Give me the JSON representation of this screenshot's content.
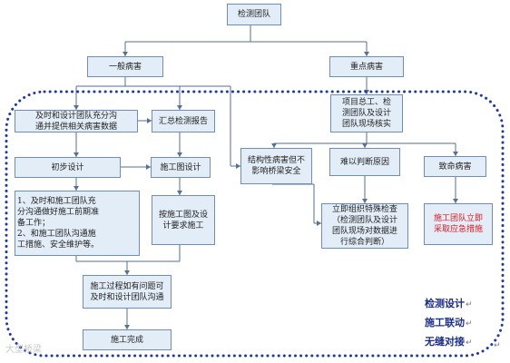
{
  "boxes": {
    "root": "检测团队",
    "general": "一般病害",
    "key": "重点病害",
    "comm": "及时和设计团队充分沟\n通并提供相关病害数据",
    "summary": "汇总检测报告",
    "prelim": "初步设计",
    "drawing": "施工图设计",
    "prep": "1、及时和施工团队充\n分沟通做好施工前期准\n备工作；\n2、和施工团队沟通施\n工措施、安全维护等。",
    "build": "按施工图及设\n计要求施工",
    "issues": "施工过程如有问题可\n及时和设计团队沟通",
    "done": "施工完成",
    "onsite": "项目总工、检\n测团队及设计\n团队现场核实",
    "structural": "结构性病害但不\n影响桥梁安全",
    "hard": "难以判断原因",
    "fatal": "致命病害",
    "special": "立即组织特殊检查\n（检测团队及设计\n团队现场对数据进\n行综合判断）",
    "emergency": "施工团队立即\n采取应急措施"
  },
  "notes": [
    "检测设计",
    "施工联动",
    "无缝对接"
  ],
  "note_mark": "↵",
  "corner_mark": "↵",
  "watermark": "大型桥梁",
  "colors": {
    "box_fill": "#e3edf7",
    "box_border": "#6f8eb7",
    "dotted": "#1f3aa8",
    "note_text": "#1b2f8a",
    "alert_text": "#e3161e"
  }
}
